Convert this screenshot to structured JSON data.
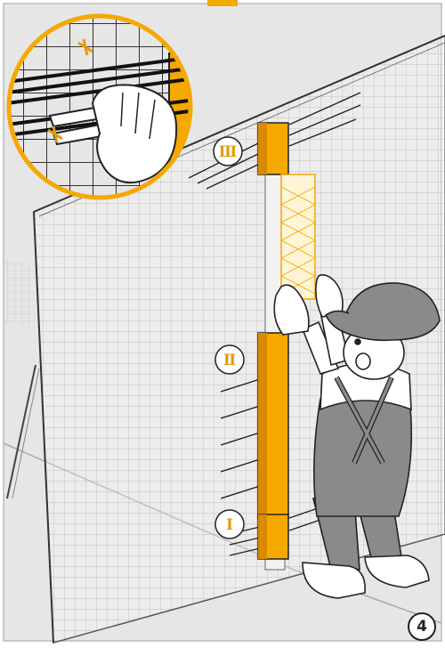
{
  "step_number": "4",
  "markers": {
    "top": "Ⅲ",
    "middle": "Ⅱ",
    "bottom": "Ⅰ"
  },
  "colors": {
    "accent": "#f5a800",
    "background": "#e6e6e6",
    "outline": "#222222",
    "worker_gray": "#8a8a8a"
  }
}
